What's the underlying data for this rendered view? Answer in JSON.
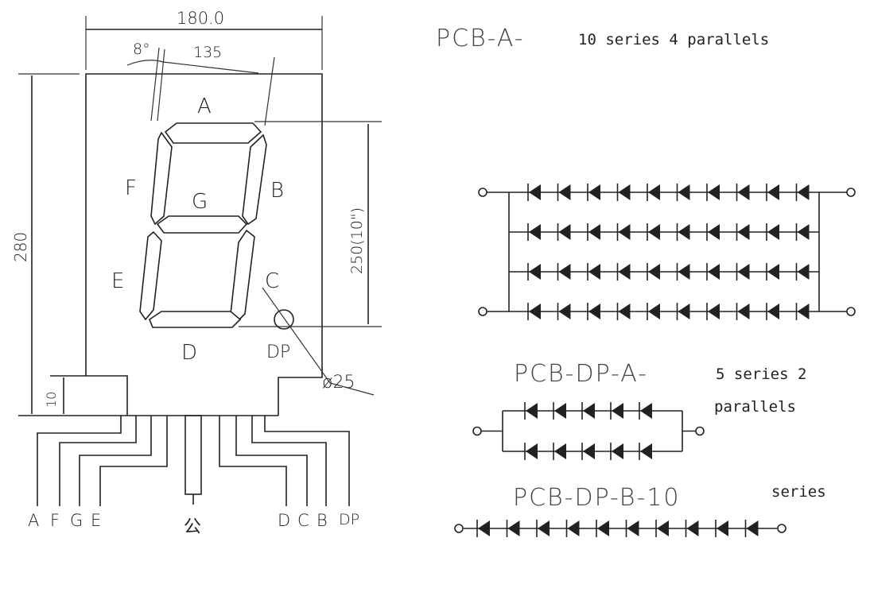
{
  "drawing": {
    "dim_width": "180.0",
    "dim_angle": "8°",
    "dim_digit_width": "135",
    "dim_height": "280",
    "dim_digit_height": "250(10\")",
    "dim_pin_offset": "10",
    "dim_dp": "ø25",
    "segments": [
      "A",
      "B",
      "C",
      "D",
      "E",
      "F",
      "G",
      "DP"
    ],
    "pins_left": [
      "A",
      "F",
      "G",
      "E"
    ],
    "pin_common": "公",
    "pins_right": [
      "D",
      "C",
      "B",
      "DP"
    ]
  },
  "circuits": [
    {
      "title": "PCB-A-",
      "desc": "10 series 4 parallels",
      "series": 10,
      "parallels": 4
    },
    {
      "title": "PCB-DP-A-",
      "desc": "5 series 2",
      "desc2": "parallels",
      "series": 5,
      "parallels": 2
    },
    {
      "title": "PCB-DP-B-10",
      "desc": "series",
      "series": 10,
      "parallels": 1
    }
  ],
  "colors": {
    "line": "#222222",
    "background": "#ffffff"
  }
}
